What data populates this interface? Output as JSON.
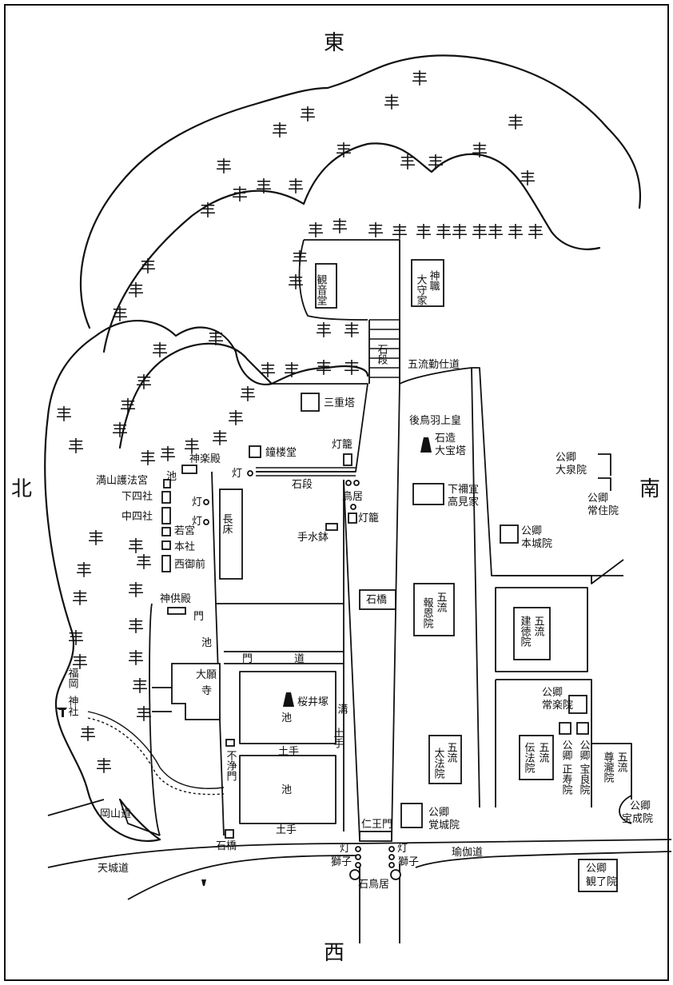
{
  "colors": {
    "ink": "#111111",
    "paper": "#ffffff"
  },
  "compass": {
    "top": "東",
    "bottom": "西",
    "left": "北",
    "right": "南"
  },
  "buildings": {
    "kannondo": "観音堂",
    "shinshoku_line1": "神職",
    "shinshoku_line2": "大守家",
    "sanjunoto": "三重塔",
    "shoro": "鐘楼堂",
    "toro_upper": "灯籠",
    "kagura": "神楽殿",
    "mitsuyama": "満山護法宮",
    "shimoshisha": "下四社",
    "nakashisha": "中四社",
    "wakamiya": "若宮",
    "honsha": "本社",
    "nishigozen": "西御前",
    "ike_small": "池",
    "nagatoko": "長床",
    "temizu": "手水鉢",
    "torii": "鳥居",
    "toro_lower": "灯籠",
    "jingu": "神供殿",
    "gogan_line1": "大願",
    "gogan_line2": "寺",
    "fukuoka_line1": "福岡",
    "fukuoka_line2": "神社",
    "sakurai": "桜井塚",
    "gobashi_line1": "後鳥羽上皇",
    "gobashi_line2": "石造",
    "gobashi_line3": "大宝塔",
    "takami_line1": "下禰宜",
    "takami_line2": "高見家",
    "hoonin_line1": "五流",
    "hoonin_line2": "報恩院",
    "taihoin_line1": "五流",
    "taihoin_line2": "太法院",
    "kakujoin_line1": "公卿",
    "kakujoin_line2": "覚城院",
    "daisenin_line1": "公卿",
    "daisenin_line2": "大泉院",
    "joju_line1": "公卿",
    "joju_line2": "常住院",
    "honjo_line1": "公卿",
    "honjo_line2": "本城院",
    "kentoku_line1": "五流",
    "kentoku_line2": "建徳院",
    "joraku_line1": "公卿",
    "joraku_line2": "常楽院",
    "denpo_line1": "五流",
    "denpo_line2": "伝法院",
    "shoju_line1": "公卿",
    "shoju_line2": "正寿院",
    "horyo_line1": "公卿",
    "horyo_line2": "宝良院",
    "sonryu_line1": "五流",
    "sonryu_line2": "尊瀧院",
    "hojo_line1": "公卿",
    "hojo_line2": "宝成院",
    "kanryo_line1": "公卿",
    "kanryo_line2": "観了院"
  },
  "features": {
    "ishidan_upper": "石段",
    "ishidan_mid": "石段",
    "ishibashi_mid": "石橋",
    "ishibashi_low": "石橋",
    "ike_mid": "池",
    "ike_low": "池",
    "mon_a": "門",
    "mon_b": "門",
    "michi": "道",
    "mizo": "溝",
    "dote_a": "土手",
    "dote_b": "土手",
    "dote_c": "土手",
    "fujomon": "不浄門",
    "niomon": "仁王門",
    "to_a": "灯",
    "to_b": "灯",
    "to_c": "灯",
    "to_d": "灯",
    "to_e": "灯",
    "shishi_a": "獅子",
    "shishi_b": "獅子",
    "ishitorii": "石鳥居"
  },
  "roads": {
    "goryu": "五流勤仕道",
    "okayama": "岡山道",
    "tenjo": "天城道",
    "yuga": "瑜伽道"
  }
}
